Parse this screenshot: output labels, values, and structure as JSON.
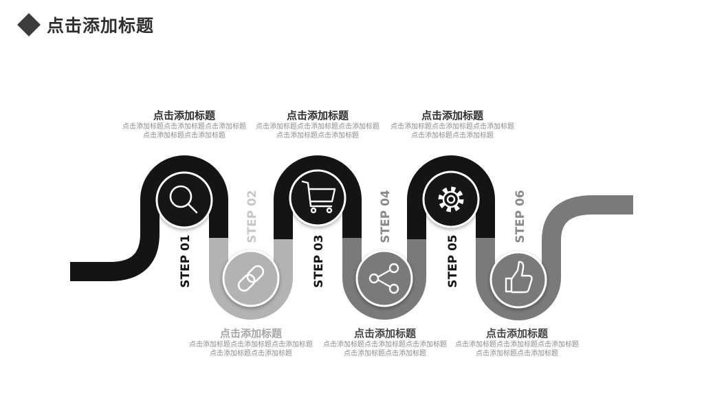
{
  "page": {
    "title": "点击添加标题"
  },
  "steps": [
    {
      "label": "STEP 01",
      "title": "点击添加标题",
      "desc": "点击添加标题点击添加标题点击添加标题点击添加标题点击添加标题",
      "icon": "search-icon",
      "color": "#141414"
    },
    {
      "label": "STEP 02",
      "title": "点击添加标题",
      "desc": "点击添加标题点击添加标题点击添加标题点击添加标题点击添加标题",
      "icon": "link-icon",
      "color": "#b3b3b3"
    },
    {
      "label": "STEP 03",
      "title": "点击添加标题",
      "desc": "点击添加标题点击添加标题点击添加标题点击添加标题点击添加标题",
      "icon": "shopping-cart-icon",
      "color": "#141414"
    },
    {
      "label": "STEP 04",
      "title": "点击添加标题",
      "desc": "点击添加标题点击添加标题点击添加标题点击添加标题点击添加标题",
      "icon": "share-icon",
      "color": "#7a7a7a"
    },
    {
      "label": "STEP 05",
      "title": "点击添加标题",
      "desc": "点击添加标题点击添加标题点击添加标题点击添加标题点击添加标题",
      "icon": "gear-icon",
      "color": "#141414"
    },
    {
      "label": "STEP 06",
      "title": "点击添加标题",
      "desc": "点击添加标题点击添加标题点击添加标题点击添加标题点击添加标题",
      "icon": "thumbs-up-icon",
      "color": "#7a7a7a"
    }
  ]
}
